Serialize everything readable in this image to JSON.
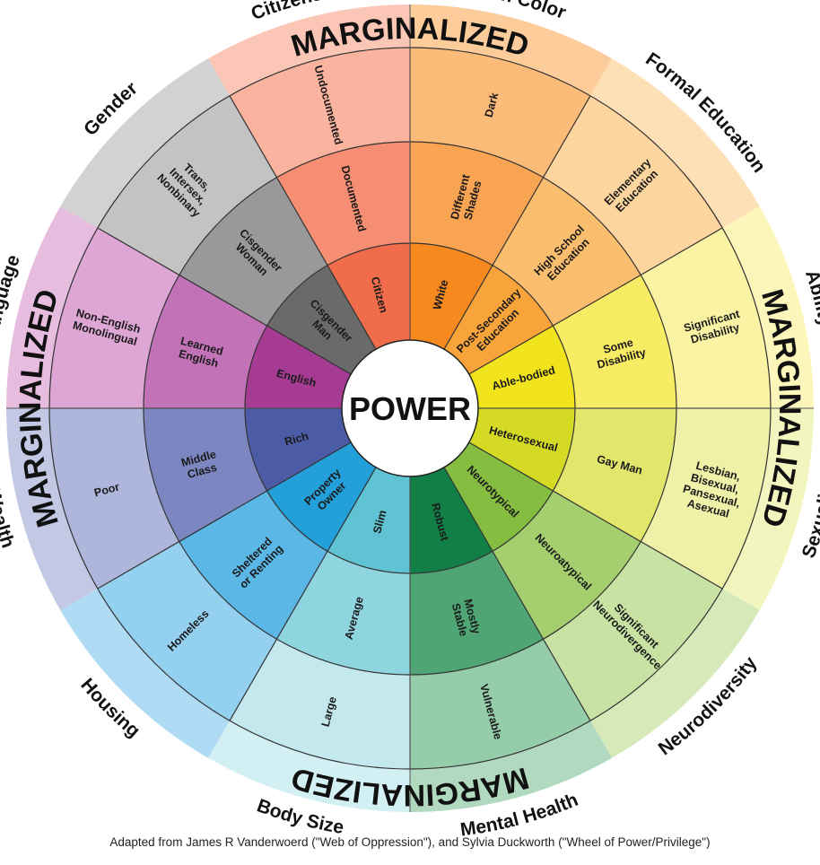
{
  "center_label": "POWER",
  "marginalized_label": "MARGINALIZED",
  "credit": "Adapted from James  R Vanderwoerd (\"Web of Oppression\"), and Sylvia Duckworth (\"Wheel of Power/Privilege\")",
  "sectors": [
    {
      "category": "Skin Color",
      "rings": [
        "White",
        "Different Shades",
        "Dark"
      ],
      "colors": [
        "#f78a1e",
        "#f8a452",
        "#fbbb79"
      ]
    },
    {
      "category": "Formal Education",
      "rings": [
        "Post-Secondary Education",
        "High School Education",
        "Elementary Education"
      ],
      "colors": [
        "#f9a43a",
        "#fbbe6e",
        "#fdd59e"
      ]
    },
    {
      "category": "Ability",
      "rings": [
        "Able-bodied",
        "Some Disability",
        "Significant Disability"
      ],
      "colors": [
        "#f2e41c",
        "#f7ec63",
        "#fbf3a4"
      ]
    },
    {
      "category": "Sexuality",
      "rings": [
        "Heterosexual",
        "Gay Man",
        "Lesbian, Bisexual, Pansexual, Asexual"
      ],
      "colors": [
        "#d5db25",
        "#e2e66a",
        "#eef1a7"
      ]
    },
    {
      "category": "Neurodiversity",
      "rings": [
        "Neurotypical",
        "Neuroatypical",
        "Significant Neurodivergence"
      ],
      "colors": [
        "#84bd3f",
        "#a5cf6f",
        "#c7e2a2"
      ]
    },
    {
      "category": "Mental Health",
      "rings": [
        "Robust",
        "Mostly Stable",
        "Vulnerable"
      ],
      "colors": [
        "#128046",
        "#4fa574",
        "#95cca9"
      ]
    },
    {
      "category": "Body Size",
      "rings": [
        "Slim",
        "Average",
        "Large"
      ],
      "colors": [
        "#5fc3d3",
        "#8fd5e0",
        "#c3e9ef"
      ]
    },
    {
      "category": "Housing",
      "rings": [
        "Property Owner",
        "Sheltered or Renting",
        "Homeless"
      ],
      "colors": [
        "#239fd9",
        "#5ab7e6",
        "#94d0f0"
      ]
    },
    {
      "category": "Wealth",
      "rings": [
        "Rich",
        "Middle Class",
        "Poor"
      ],
      "colors": [
        "#4b5ba6",
        "#7c87c2",
        "#afb6dc"
      ]
    },
    {
      "category": "Language",
      "rings": [
        "English",
        "Learned English",
        "Non-English Monolingual"
      ],
      "colors": [
        "#a63b94",
        "#c272b6",
        "#dea6d4"
      ]
    },
    {
      "category": "Gender",
      "rings": [
        "Cisgender Man",
        "Cisgender Woman",
        "Trans, Intersex, Nonbinary"
      ],
      "colors": [
        "#6a6a6b",
        "#99999b",
        "#c3c3c4"
      ]
    },
    {
      "category": "Citizenship",
      "rings": [
        "Citizen",
        "Documented",
        "Undocumented"
      ],
      "colors": [
        "#f16c4b",
        "#f58e72",
        "#f9b39e"
      ]
    }
  ],
  "colors": {
    "outer_band_top": "#f7a37e",
    "divider": "#333333",
    "center_fill": "#ffffff"
  }
}
